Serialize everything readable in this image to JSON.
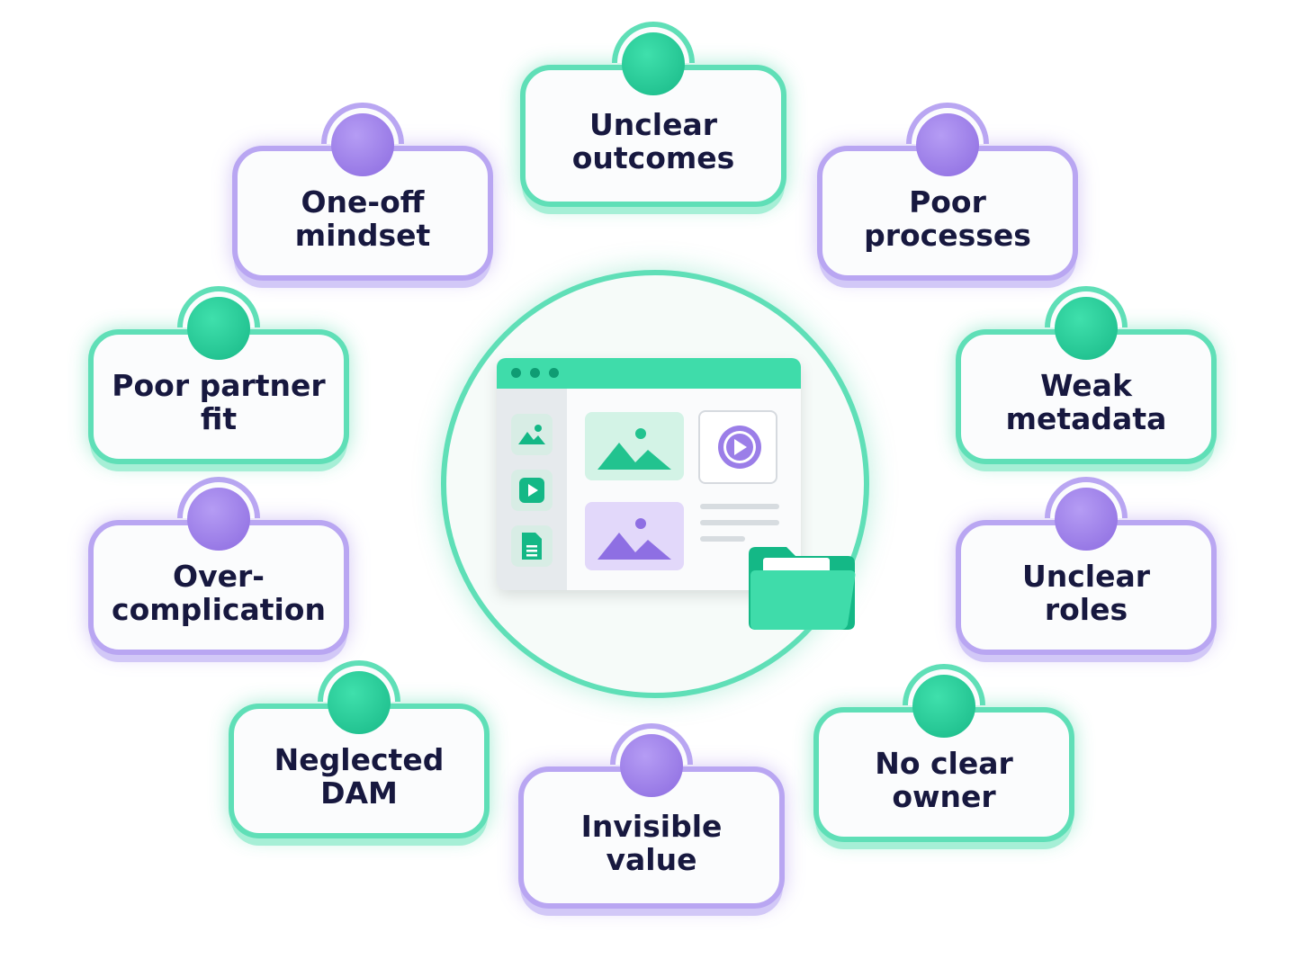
{
  "center": {
    "icon": "digital-asset-browser-window",
    "folder_icon": "folder-icon"
  },
  "colors": {
    "green": "#2fd1a0",
    "purple": "#9b7ee8",
    "text": "#17183f"
  },
  "nodes": [
    {
      "id": "unclear-outcomes",
      "label": "Unclear\noutcomes",
      "color": "green"
    },
    {
      "id": "poor-processes",
      "label": "Poor\nprocesses",
      "color": "purple"
    },
    {
      "id": "weak-metadata",
      "label": "Weak\nmetadata",
      "color": "green"
    },
    {
      "id": "unclear-roles",
      "label": "Unclear\nroles",
      "color": "purple"
    },
    {
      "id": "no-clear-owner",
      "label": "No clear\nowner",
      "color": "green"
    },
    {
      "id": "invisible-value",
      "label": "Invisible\nvalue",
      "color": "purple"
    },
    {
      "id": "neglected-dam",
      "label": "Neglected\nDAM",
      "color": "green"
    },
    {
      "id": "over-complication",
      "label": "Over-\ncomplication",
      "color": "purple"
    },
    {
      "id": "poor-partner-fit",
      "label": "Poor partner\nfit",
      "color": "green"
    },
    {
      "id": "one-off-mindset",
      "label": "One-off\nmindset",
      "color": "purple"
    }
  ]
}
